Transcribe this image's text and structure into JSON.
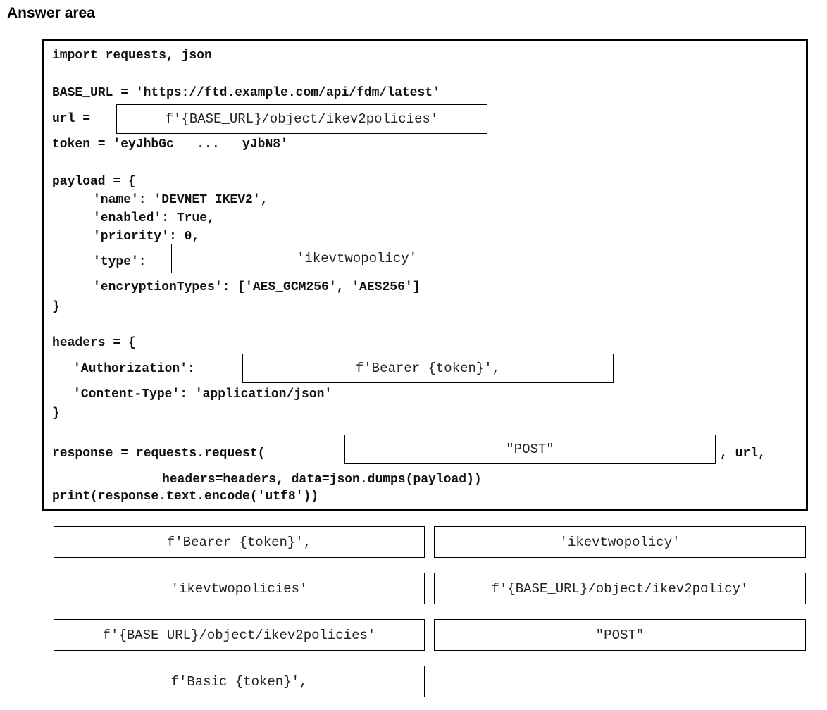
{
  "heading": "Answer area",
  "code": {
    "line_import": "import requests, json",
    "line_base_url": "BASE_URL = 'https://ftd.example.com/api/fdm/latest'",
    "line_url_prefix": "url =",
    "line_token": "token = 'eyJhbGc   ...   yJbN8'",
    "line_payload_open": "payload = {",
    "line_name": "'name': 'DEVNET_IKEV2',",
    "line_enabled": "'enabled': True,",
    "line_priority": "'priority': 0,",
    "line_type_prefix": "'type':",
    "line_encryption": "'encryptionTypes': ['AES_GCM256', 'AES256']",
    "line_payload_close": "}",
    "line_headers_open": "headers = {",
    "line_auth_prefix": "'Authorization':",
    "line_content_type": "'Content-Type': 'application/json'",
    "line_headers_close": "}",
    "line_response_prefix": "response = requests.request(",
    "line_response_suffix": ", url,",
    "line_response_args": "headers=headers, data=json.dumps(payload))",
    "line_print": "print(response.text.encode('utf8'))"
  },
  "drop_targets": {
    "url": "f'{BASE_URL}/object/ikev2policies'",
    "type": "'ikevtwopolicy'",
    "authorization": "f'Bearer {token}',",
    "method": "\"POST\""
  },
  "options": [
    "f'Bearer {token}',",
    "'ikevtwopolicy'",
    "'ikevtwopolicies'",
    "f'{BASE_URL}/object/ikev2policy'",
    "f'{BASE_URL}/object/ikev2policies'",
    "\"POST\"",
    "f'Basic {token}',"
  ]
}
